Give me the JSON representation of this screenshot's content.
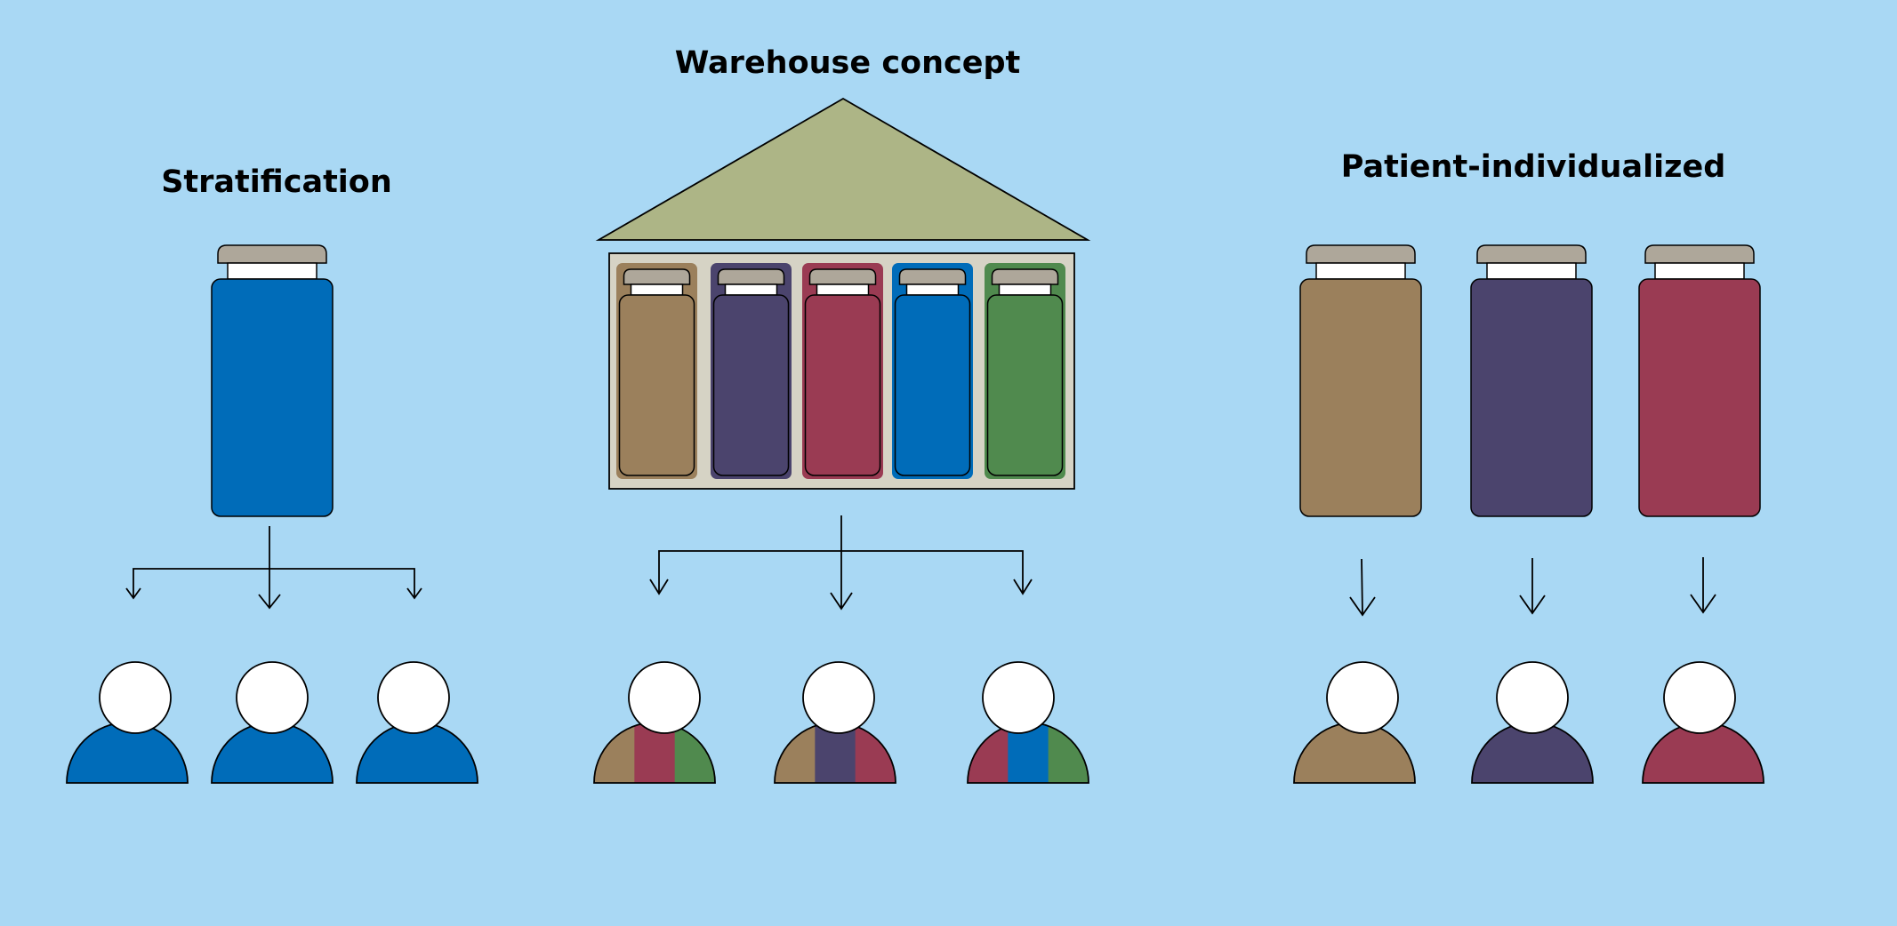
{
  "titles": {
    "stratification": "Stratification",
    "warehouse": "Warehouse concept",
    "individualized": "Patient-individualized"
  },
  "colors": {
    "background": "#a9d8f4",
    "brown": "#9b805c",
    "purple": "#4b446d",
    "red": "#9a3b53",
    "blue": "#006cb9",
    "green": "#508a4e",
    "cap": "#aea79a",
    "roof": "#adb586",
    "shelf": "#d6d3c5",
    "head": "#ffffff"
  },
  "groups": [
    {
      "key": "stratification",
      "vials": [
        "blue"
      ],
      "patients": [
        [
          "blue"
        ],
        [
          "blue"
        ],
        [
          "blue"
        ]
      ]
    },
    {
      "key": "warehouse",
      "vials": [
        "brown",
        "purple",
        "red",
        "blue",
        "green"
      ],
      "patients": [
        [
          "brown",
          "red",
          "green"
        ],
        [
          "brown",
          "purple",
          "red"
        ],
        [
          "red",
          "blue",
          "green"
        ]
      ]
    },
    {
      "key": "individualized",
      "vials": [
        "brown",
        "purple",
        "red"
      ],
      "patients": [
        [
          "brown"
        ],
        [
          "purple"
        ],
        [
          "red"
        ]
      ]
    }
  ]
}
